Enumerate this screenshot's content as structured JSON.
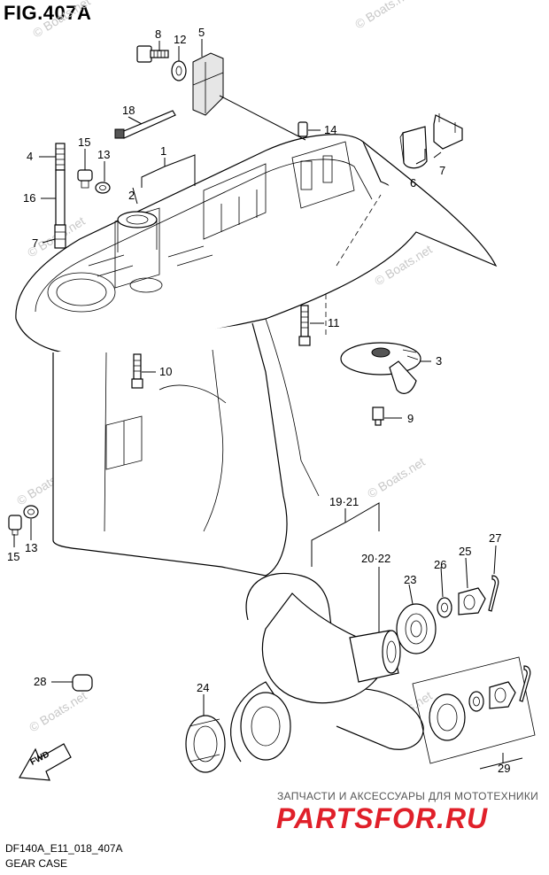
{
  "figure": {
    "title": "FIG.407A",
    "code": "DF140A_E11_018_407A",
    "name": "GEAR CASE"
  },
  "watermark": "© Boats.net",
  "callouts": [
    {
      "id": "c8",
      "label": "8"
    },
    {
      "id": "c12",
      "label": "12"
    },
    {
      "id": "c5",
      "label": "5"
    },
    {
      "id": "c18",
      "label": "18"
    },
    {
      "id": "c14",
      "label": "14"
    },
    {
      "id": "c4",
      "label": "4"
    },
    {
      "id": "c15a",
      "label": "15"
    },
    {
      "id": "c13a",
      "label": "13"
    },
    {
      "id": "c1",
      "label": "1"
    },
    {
      "id": "c6",
      "label": "6"
    },
    {
      "id": "c7a",
      "label": "7"
    },
    {
      "id": "c2",
      "label": "2"
    },
    {
      "id": "c16",
      "label": "16"
    },
    {
      "id": "c7b",
      "label": "7"
    },
    {
      "id": "c11",
      "label": "11"
    },
    {
      "id": "c3",
      "label": "3"
    },
    {
      "id": "c10",
      "label": "10"
    },
    {
      "id": "c9",
      "label": "9"
    },
    {
      "id": "c15b",
      "label": "15"
    },
    {
      "id": "c13b",
      "label": "13"
    },
    {
      "id": "c1921",
      "label": "19·21"
    },
    {
      "id": "c2022",
      "label": "20·22"
    },
    {
      "id": "c27",
      "label": "27"
    },
    {
      "id": "c25",
      "label": "25"
    },
    {
      "id": "c26",
      "label": "26"
    },
    {
      "id": "c23",
      "label": "23"
    },
    {
      "id": "c28",
      "label": "28"
    },
    {
      "id": "c24",
      "label": "24"
    },
    {
      "id": "c29",
      "label": "29"
    }
  ],
  "fwd_label": "FWD",
  "ad": {
    "line": "ЗАПЧАСТИ И АКСЕССУАРЫ ДЛЯ МОТОТЕХНИКИ",
    "brand": "PARTSFOR.RU"
  }
}
